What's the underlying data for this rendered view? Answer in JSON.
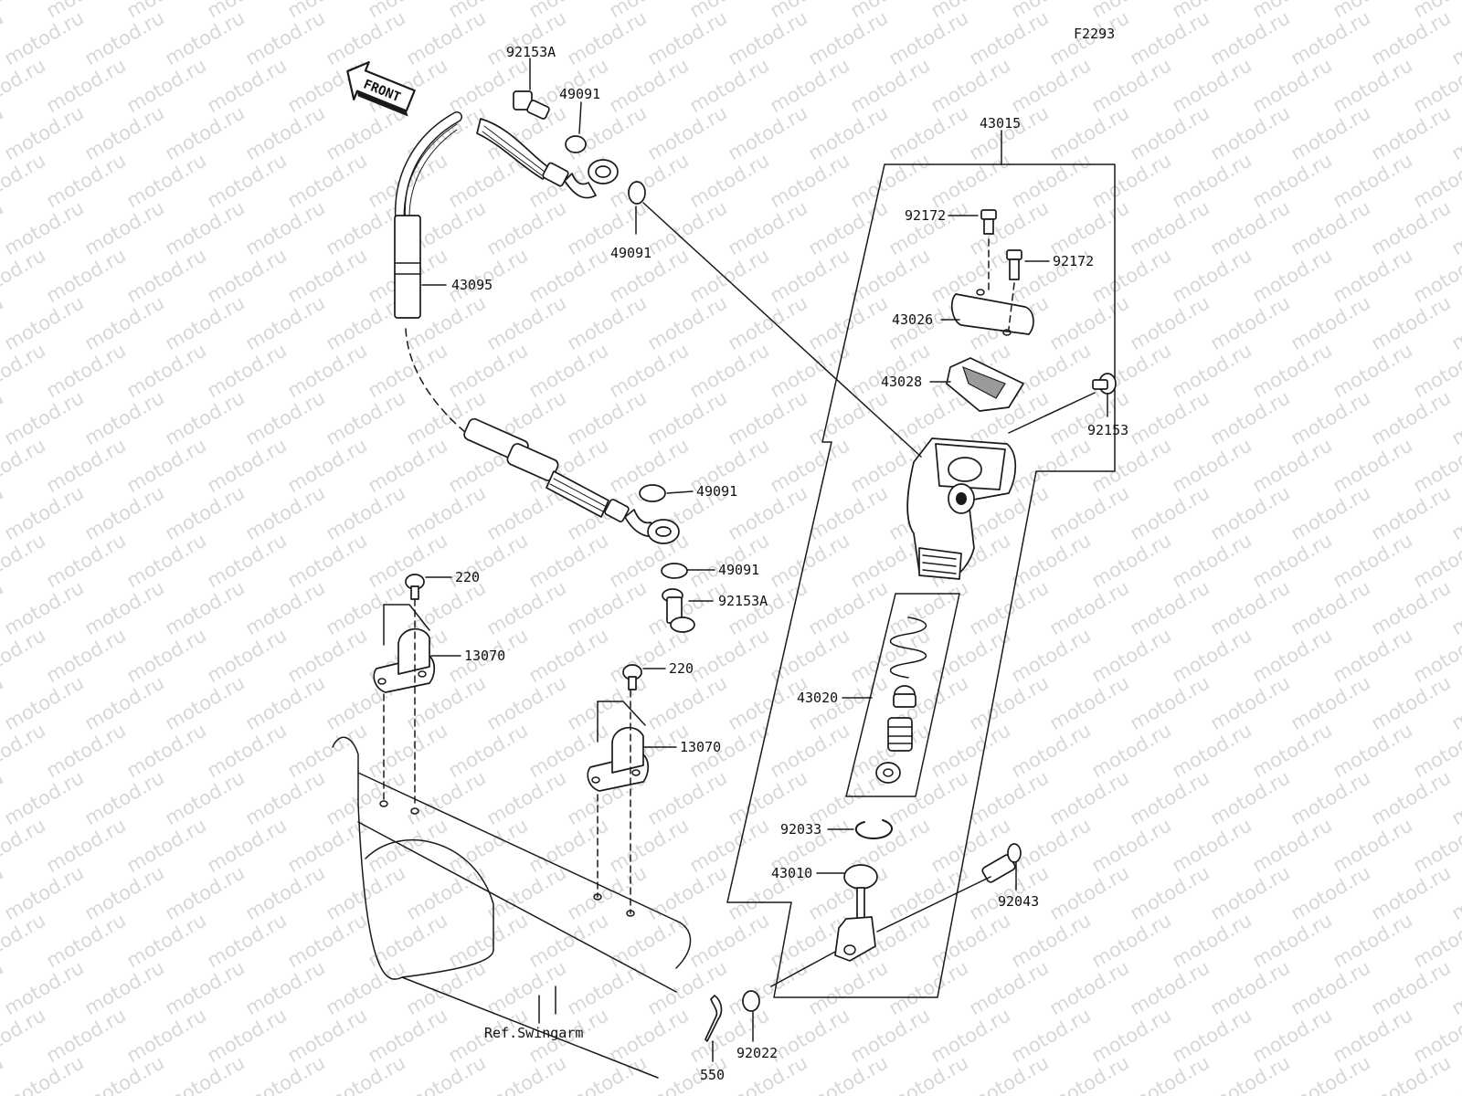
{
  "watermark": "motod.ru",
  "figure_code": "F2293",
  "front_label": "FRONT",
  "reference_label": "Ref.Swingarm",
  "part_labels": {
    "bolt_92153a_top": "92153A",
    "washer_49091_top": "49091",
    "washer_49091_mid": "49091",
    "hose_43095": "43095",
    "washer_49091_low1": "49091",
    "washer_49091_low2": "49091",
    "bolt_92153a_low": "92153A",
    "screw_220_a": "220",
    "clamp_13070_a": "13070",
    "screw_220_b": "220",
    "clamp_13070_b": "13070",
    "assembly_43015": "43015",
    "bolt_92172_a": "92172",
    "bolt_92172_b": "92172",
    "cap_43026": "43026",
    "diaphragm_43028": "43028",
    "bolt_92153": "92153",
    "piston_kit_43020": "43020",
    "circlip_92033": "92033",
    "pushrod_43010": "43010",
    "pin_92043": "92043",
    "washer_92022": "92022",
    "cotter_550": "550"
  }
}
